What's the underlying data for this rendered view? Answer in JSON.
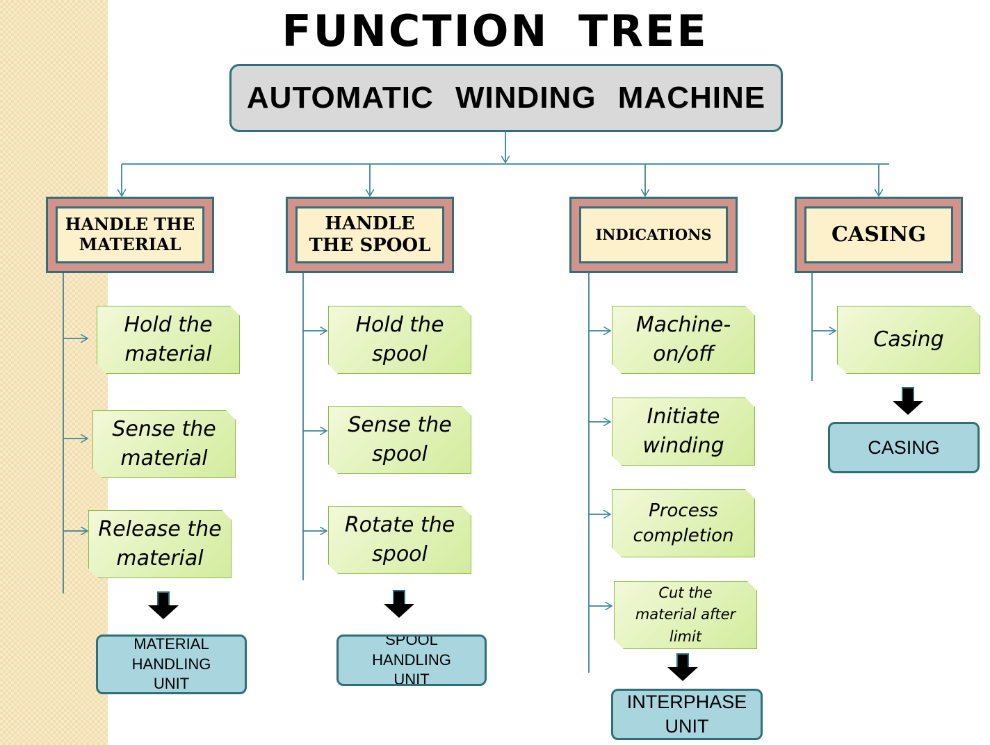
{
  "title": "FUNCTION  TREE",
  "root": "AUTOMATIC  WINDING  MACHINE",
  "categories": [
    {
      "label": "HANDLE  THE\nMATERIAL",
      "functions": [
        "Hold the\nmaterial",
        "Sense the\nmaterial",
        "Release the\nmaterial"
      ],
      "unit": "MATERIAL\nHANDLING\nUNIT"
    },
    {
      "label": "HANDLE\nTHE SPOOL",
      "functions": [
        "Hold the\nspool",
        "Sense  the\nspool",
        "Rotate the\nspool"
      ],
      "unit": "SPOOL\nHANDLING\nUNIT"
    },
    {
      "label": "INDICATIONS",
      "functions": [
        "Machine-\non/off",
        "Initiate\nwinding",
        "Process\ncompletion",
        "Cut the\nmaterial after\nlimit"
      ],
      "unit": "INTERPHASE\nUNIT"
    },
    {
      "label": "CASING",
      "functions": [
        "Casing"
      ],
      "unit": "CASING"
    }
  ],
  "colors": {
    "connector": "#3a8598",
    "category_border": "#31707a",
    "category_fill": "#d4938a",
    "category_inner": "#fdf1cc",
    "function_fill": "#d3ec9e",
    "unit_fill": "#a9d5df"
  }
}
